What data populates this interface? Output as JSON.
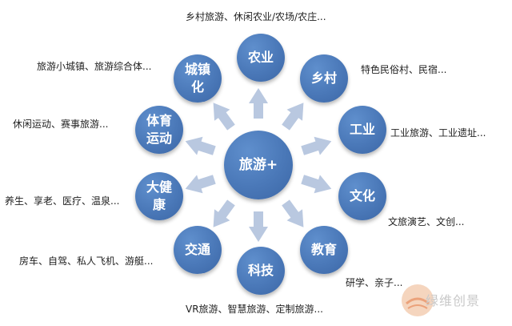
{
  "center": {
    "label": "旅游+"
  },
  "nodes": [
    {
      "key": "agriculture",
      "lines": [
        "农业"
      ],
      "desc": "乡村旅游、休闲农业/农场/农庄..."
    },
    {
      "key": "village",
      "lines": [
        "乡村"
      ],
      "desc": "特色民俗村、民宿..."
    },
    {
      "key": "industry",
      "lines": [
        "工业"
      ],
      "desc": "工业旅游、工业遗址..."
    },
    {
      "key": "culture",
      "lines": [
        "文化"
      ],
      "desc": "文旅演艺、文创..."
    },
    {
      "key": "education",
      "lines": [
        "教育"
      ],
      "desc": "研学、亲子..."
    },
    {
      "key": "technology",
      "lines": [
        "科技"
      ],
      "desc": "VR旅游、智慧旅游、定制旅游..."
    },
    {
      "key": "transport",
      "lines": [
        "交通"
      ],
      "desc": "房车、自驾、私人飞机、游艇..."
    },
    {
      "key": "health",
      "lines": [
        "大健",
        "康"
      ],
      "desc": "养生、享老、医疗、温泉..."
    },
    {
      "key": "sports",
      "lines": [
        "体育",
        "运动"
      ],
      "desc": "休闲运动、赛事旅游..."
    },
    {
      "key": "urbanization",
      "lines": [
        "城镇",
        "化"
      ],
      "desc": "旅游小城镇、旅游综合体..."
    }
  ],
  "watermark": {
    "text": "绿维创景"
  },
  "colors": {
    "circle": "#4a78b8",
    "arrow": "#b9c8e0",
    "text": "#222222"
  }
}
